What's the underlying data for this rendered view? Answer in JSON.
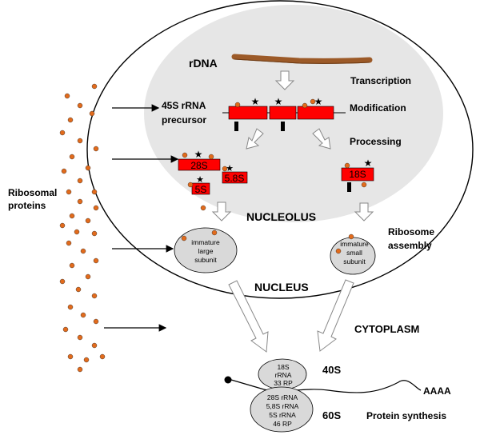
{
  "labels": {
    "rdna": "rDNA",
    "transcription": "Transcription",
    "precursor_line1": "45S rRNA",
    "precursor_line2": "precursor",
    "modification": "Modification",
    "processing": "Processing",
    "ribosomal_proteins_line1": "Ribosomal",
    "ribosomal_proteins_line2": "proteins",
    "nucleolus": "NUCLEOLUS",
    "ribosome_assembly_line1": "Ribosome",
    "ribosome_assembly_line2": "assembly",
    "nucleus": "NUCLEUS",
    "cytoplasm": "CYTOPLASM",
    "protein_synthesis": "Protein synthesis",
    "polya": "AAAA"
  },
  "rrna_boxes": {
    "r28s": "28S",
    "r58s": "5.8S",
    "r5s": "5S",
    "r18s": "18S"
  },
  "subunits": {
    "large_line1": "immature",
    "large_line2": "large",
    "large_line3": "subunit",
    "small_line1": "immature",
    "small_line2": "small",
    "small_line3": "subunit"
  },
  "ribosome": {
    "small_name": "40S",
    "small_line1": "18S",
    "small_line2": "rRNA",
    "small_line3": "33 RP",
    "large_name": "60S",
    "large_line1": "28S rRNA",
    "large_line2": "5,8S rRNA",
    "large_line3": "5S rRNA",
    "large_line4": "46 RP"
  },
  "colors": {
    "rrna_red": "#ff0000",
    "protein_orange": "#e26b1c",
    "nucleolus_gray": "#e6e6e6",
    "subunit_gray": "#d9d9d9",
    "rdna_brown": "#9c5a28"
  }
}
